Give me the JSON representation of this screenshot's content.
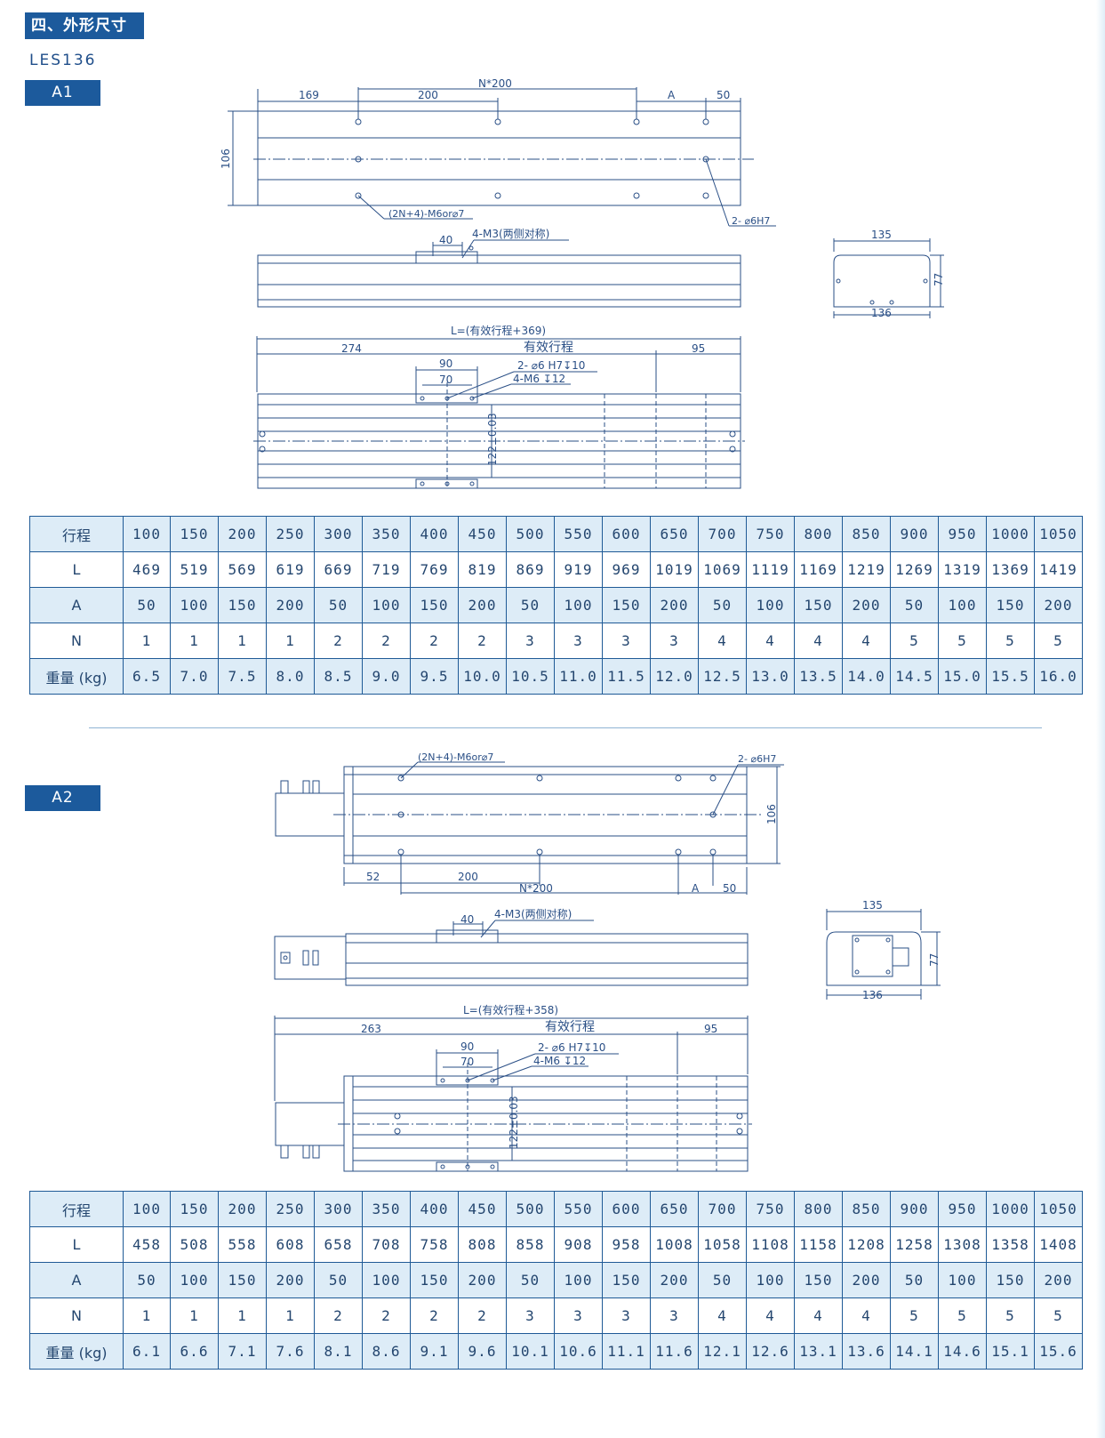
{
  "header": {
    "section_title": "四、外形尺寸",
    "model": "LES136"
  },
  "a1": {
    "tag": "A1",
    "top_dims": {
      "d169": "169",
      "d200": "200",
      "n200": "N*200",
      "a": "A",
      "d50": "50",
      "d106": "106"
    },
    "top_notes": {
      "holes": "(2N+4)-M6or⌀7",
      "pins": "2- ⌀6H7"
    },
    "side_notes": {
      "d40": "40",
      "m3": "4-M3(两侧对称)"
    },
    "end_dims": {
      "w135": "135",
      "w136": "136",
      "h77": "77"
    },
    "bottom": {
      "L_label": "L=(有效行程+369)",
      "d274": "274",
      "stroke": "有效行程",
      "d95": "95",
      "d90": "90",
      "d70": "70",
      "pin_note": "2- ⌀6 H7↧10",
      "m6_note": "4-M6 ↧12",
      "tol": "122±0.03"
    },
    "table": {
      "row_labels": [
        "行程",
        "L",
        "A",
        "N",
        "重量 (kg)"
      ],
      "stroke": [
        "100",
        "150",
        "200",
        "250",
        "300",
        "350",
        "400",
        "450",
        "500",
        "550",
        "600",
        "650",
        "700",
        "750",
        "800",
        "850",
        "900",
        "950",
        "1000",
        "1050"
      ],
      "L": [
        "469",
        "519",
        "569",
        "619",
        "669",
        "719",
        "769",
        "819",
        "869",
        "919",
        "969",
        "1019",
        "1069",
        "1119",
        "1169",
        "1219",
        "1269",
        "1319",
        "1369",
        "1419"
      ],
      "A": [
        "50",
        "100",
        "150",
        "200",
        "50",
        "100",
        "150",
        "200",
        "50",
        "100",
        "150",
        "200",
        "50",
        "100",
        "150",
        "200",
        "50",
        "100",
        "150",
        "200"
      ],
      "N": [
        "1",
        "1",
        "1",
        "1",
        "2",
        "2",
        "2",
        "2",
        "3",
        "3",
        "3",
        "3",
        "4",
        "4",
        "4",
        "4",
        "5",
        "5",
        "5",
        "5"
      ],
      "weight": [
        "6.5",
        "7.0",
        "7.5",
        "8.0",
        "8.5",
        "9.0",
        "9.5",
        "10.0",
        "10.5",
        "11.0",
        "11.5",
        "12.0",
        "12.5",
        "13.0",
        "13.5",
        "14.0",
        "14.5",
        "15.0",
        "15.5",
        "16.0"
      ]
    }
  },
  "a2": {
    "tag": "A2",
    "top_dims": {
      "d52": "52",
      "d200": "200",
      "n200": "N*200",
      "a": "A",
      "d50": "50",
      "d106": "106"
    },
    "top_notes": {
      "holes": "(2N+4)-M6or⌀7",
      "pins": "2- ⌀6H7"
    },
    "side_notes": {
      "d40": "40",
      "m3": "4-M3(两侧对称)"
    },
    "end_dims": {
      "w135": "135",
      "w136": "136",
      "h77": "77"
    },
    "bottom": {
      "L_label": "L=(有效行程+358)",
      "d263": "263",
      "stroke": "有效行程",
      "d95": "95",
      "d90": "90",
      "d70": "70",
      "pin_note": "2- ⌀6 H7↧10",
      "m6_note": "4-M6 ↧12",
      "tol": "122±0.03"
    },
    "table": {
      "row_labels": [
        "行程",
        "L",
        "A",
        "N",
        "重量 (kg)"
      ],
      "stroke": [
        "100",
        "150",
        "200",
        "250",
        "300",
        "350",
        "400",
        "450",
        "500",
        "550",
        "600",
        "650",
        "700",
        "750",
        "800",
        "850",
        "900",
        "950",
        "1000",
        "1050"
      ],
      "L": [
        "458",
        "508",
        "558",
        "608",
        "658",
        "708",
        "758",
        "808",
        "858",
        "908",
        "958",
        "1008",
        "1058",
        "1108",
        "1158",
        "1208",
        "1258",
        "1308",
        "1358",
        "1408"
      ],
      "A": [
        "50",
        "100",
        "150",
        "200",
        "50",
        "100",
        "150",
        "200",
        "50",
        "100",
        "150",
        "200",
        "50",
        "100",
        "150",
        "200",
        "50",
        "100",
        "150",
        "200"
      ],
      "N": [
        "1",
        "1",
        "1",
        "1",
        "2",
        "2",
        "2",
        "2",
        "3",
        "3",
        "3",
        "3",
        "4",
        "4",
        "4",
        "4",
        "5",
        "5",
        "5",
        "5"
      ],
      "weight": [
        "6.1",
        "6.6",
        "7.1",
        "7.6",
        "8.1",
        "8.6",
        "9.1",
        "9.6",
        "10.1",
        "10.6",
        "11.1",
        "11.6",
        "12.1",
        "12.6",
        "13.1",
        "13.6",
        "14.1",
        "14.6",
        "15.1",
        "15.6"
      ]
    }
  }
}
